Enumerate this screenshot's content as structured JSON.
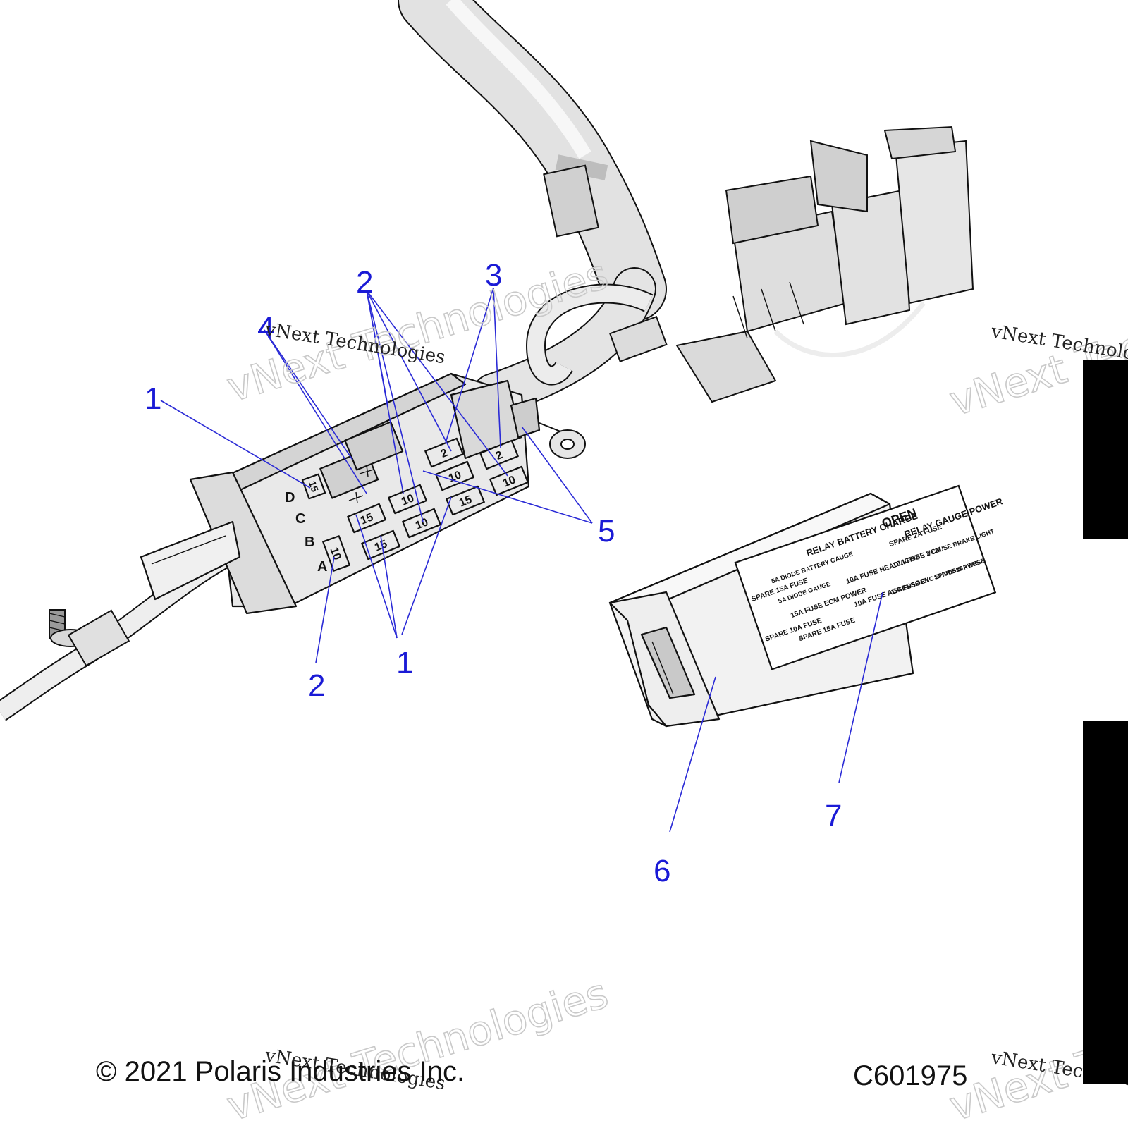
{
  "callouts": [
    "1",
    "1",
    "2",
    "2",
    "3",
    "4",
    "5",
    "6",
    "7"
  ],
  "fuse_box": {
    "row_letters": [
      "D",
      "C",
      "B",
      "A"
    ],
    "fuse_values": [
      "15",
      "15",
      "10",
      "15",
      "10",
      "10",
      "10",
      "10",
      "15",
      "2",
      "2"
    ]
  },
  "decal": {
    "col1_header": "RELAY BATTERY CHARGE",
    "col2_header": "OPEN",
    "col3_header": "RELAY GAUGE POWER",
    "items": [
      "SPARE 15A FUSE",
      "SPARE 10A FUSE",
      "5A DIODE BATTERY GAUGE",
      "5A DIODE GAUGE",
      "15A FUSE ECM POWER",
      "SPARE 15A FUSE",
      "10A FUSE HEADLIGHT",
      "10A FUSE ACCESSORY",
      "SPARE 2A FUSE",
      "10A FUSE VCM",
      "15A FUSE LHC CHASSIS PWR",
      "2A FUSE BRAKE LIGHT",
      "SPARE 10A FUSE"
    ]
  },
  "watermark": {
    "big": "vNext Technologies",
    "small": "vNext Technologies"
  },
  "footer": {
    "copyright": "© 2021 Polaris Industries Inc.",
    "code": "C601975"
  }
}
